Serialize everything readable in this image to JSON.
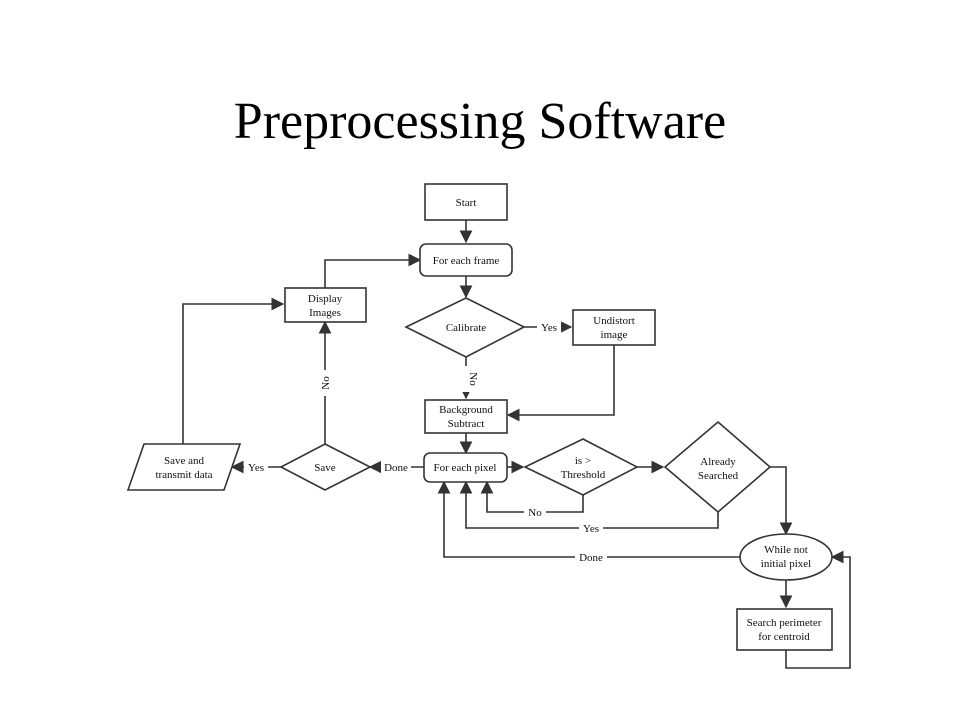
{
  "slide": {
    "title": "Preprocessing Software"
  },
  "nodes": {
    "start": "Start",
    "for_each_frame": "For each frame",
    "calibrate": "Calibrate",
    "undistort": [
      "Undistort",
      "image"
    ],
    "display_images": [
      "Display",
      "Images"
    ],
    "background_subtract": [
      "Background",
      "Subtract"
    ],
    "for_each_pixel": "For each pixel",
    "threshold": [
      "is >",
      "Threshold"
    ],
    "already_searched": [
      "Already",
      "Searched"
    ],
    "save": "Save",
    "save_transmit": [
      "Save and",
      "transmit data"
    ],
    "while_not_initial": [
      "While not",
      "initial pixel"
    ],
    "search_perimeter": [
      "Search perimeter",
      "for centroid"
    ]
  },
  "edges": {
    "calibrate_yes": "Yes",
    "calibrate_no": "No",
    "save_yes": "Yes",
    "save_no": "No",
    "pixel_done": "Done",
    "threshold_no": "No",
    "searched_yes": "Yes",
    "while_done": "Done"
  }
}
